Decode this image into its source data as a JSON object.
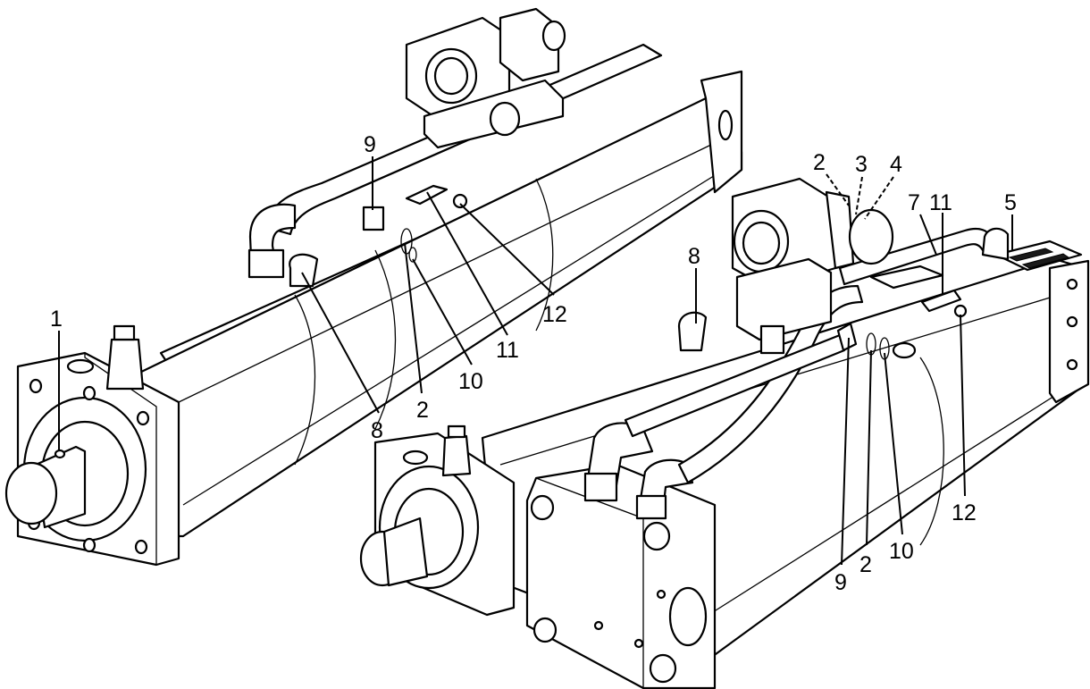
{
  "callouts": {
    "left_assembly": [
      "1",
      "9",
      "11",
      "12",
      "10",
      "2",
      "8"
    ],
    "right_assembly": [
      "2",
      "3",
      "4",
      "7",
      "11",
      "5",
      "8",
      "9",
      "2",
      "10",
      "12"
    ]
  }
}
